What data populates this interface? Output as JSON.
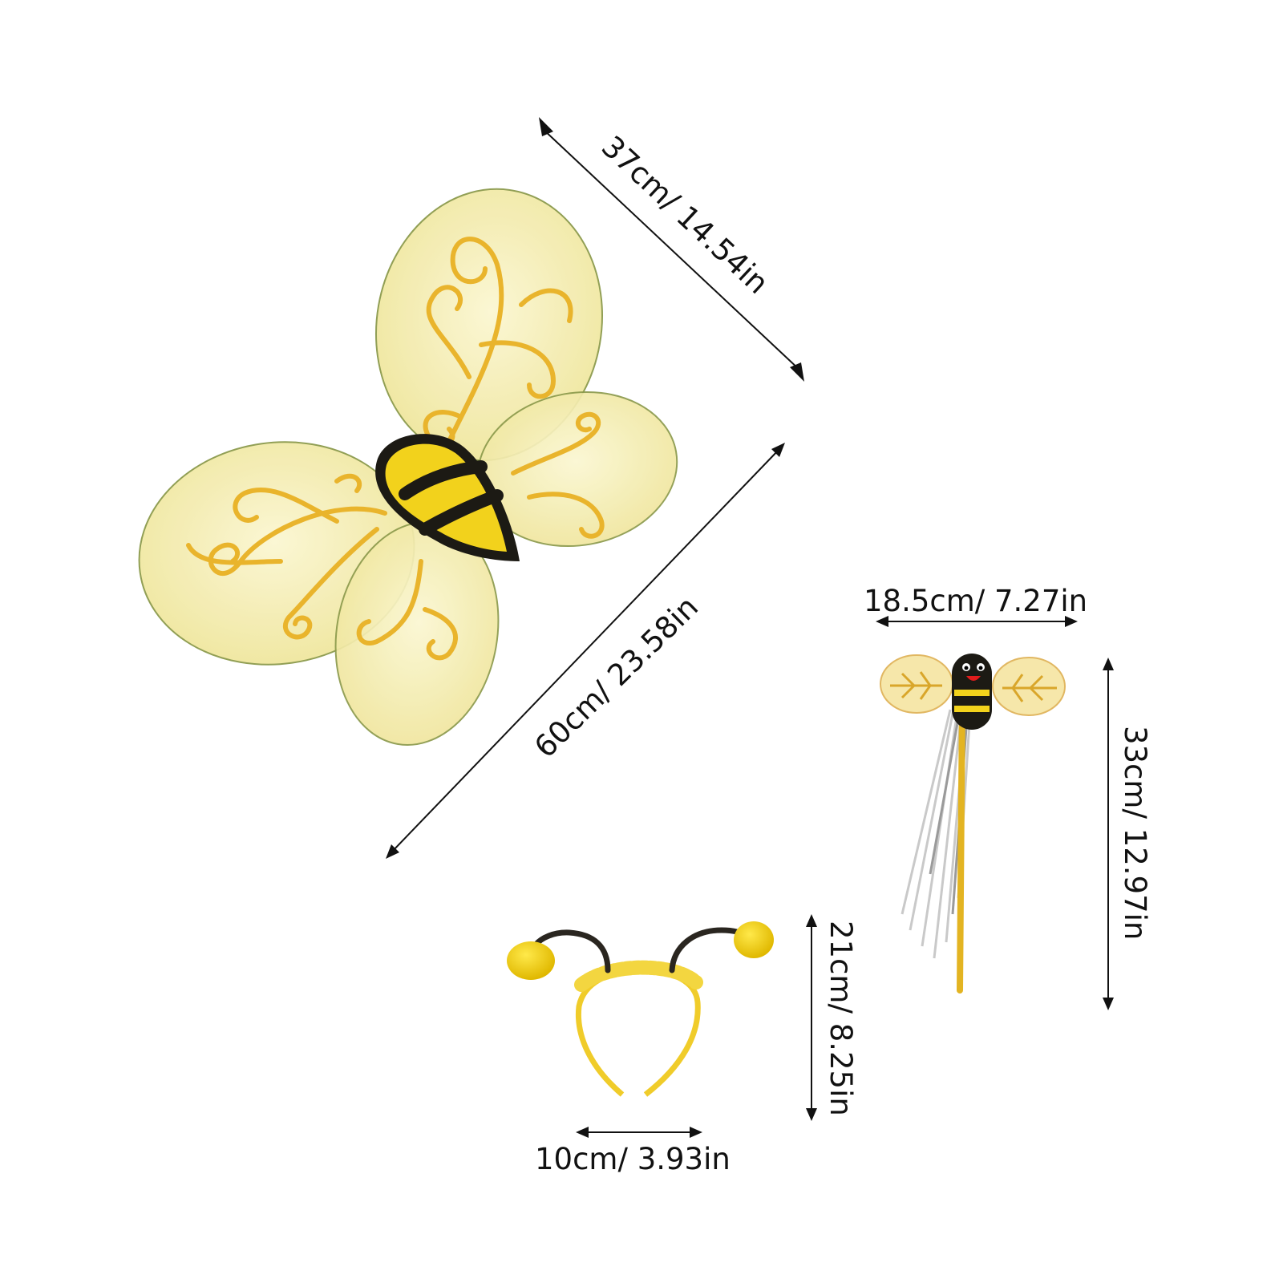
{
  "colors": {
    "background": "#ffffff",
    "wing_fill": "#f4eeb4",
    "wing_edge": "#8c9a4c",
    "glitter": "#e9b42c",
    "bee_yellow": "#f2d21c",
    "bee_black": "#1c1a14",
    "dimension_line": "#111111"
  },
  "dimensions": {
    "wings_width": "37cm/ 14.54in",
    "wings_span": "60cm/ 23.58in",
    "wand_width": "18.5cm/ 7.27in",
    "wand_height": "33cm/ 12.97in",
    "headband_height": "21cm/ 8.25in",
    "headband_width": "10cm/ 3.93in"
  },
  "products": [
    "bee-wings",
    "bee-wand",
    "antenna-headband"
  ]
}
